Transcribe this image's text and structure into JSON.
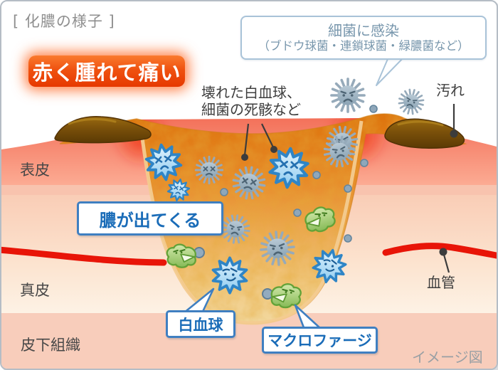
{
  "title": "[ 化膿の様子 ]",
  "badges": {
    "symptom": "赤く腫れて痛い",
    "pus": "膿が出てくる",
    "wbc": "白血球",
    "macrophage": "マクロファージ"
  },
  "callout": {
    "line1": "細菌に感染",
    "line2": "（ブドウ球菌・連鎖球菌・緑膿菌など）"
  },
  "annotations": {
    "debris_line1": "壊れた白血球、",
    "debris_line2": "細菌の死骸など",
    "dirt": "汚れ",
    "vessel": "血管",
    "image_note": "イメージ図"
  },
  "skin_layers": [
    {
      "label": "表皮"
    },
    {
      "label": "真皮"
    },
    {
      "label": "皮下組織"
    }
  ],
  "icons": {
    "white_blood_cell": "wbc-cell-icon",
    "dead_white_blood_cell": "dead-wbc-cell-icon",
    "bacterium": "bacterium-icon",
    "macrophage": "macrophage-cell-icon",
    "debris_dot": "debris-dot-icon"
  },
  "colors": {
    "badge_red": "#e63800",
    "badge_blue_text": "#1a6cb8",
    "badge_blue_border": "#3f7fc1",
    "callout_blue": "#7796ac",
    "pus_orange": "#e1760e",
    "skin_salmon": "#f3715a",
    "vessel_red": "#e81508",
    "macrophage_green": "#8cbd5d",
    "bacteria_gray": "#9fb4c2",
    "wbc_blue": "#8ecbf0",
    "dirt_brown": "#6b4607"
  }
}
